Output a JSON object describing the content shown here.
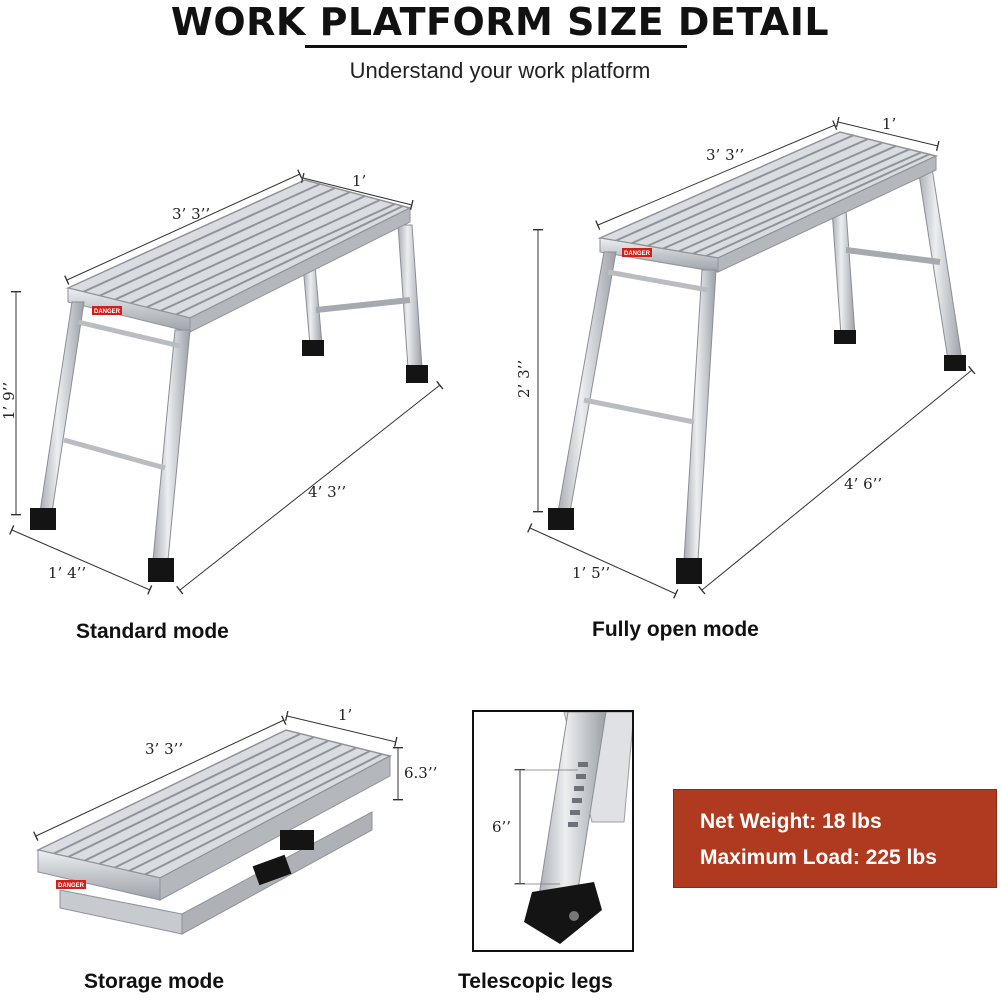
{
  "header": {
    "title": "WORK PLATFORM SIZE DETAIL",
    "subtitle": "Understand your work platform"
  },
  "standard": {
    "label": "Standard mode",
    "width": "1’",
    "length": "3’ 3’’",
    "height": "1’ 9’’",
    "floor_length": "4’ 3’’",
    "floor_width": "1’ 4’’"
  },
  "fully_open": {
    "label": "Fully open mode",
    "width": "1’",
    "length": "3’ 3’’",
    "height": "2’ 3’’",
    "floor_length": "4’ 6’’",
    "floor_width": "1’ 5’’"
  },
  "storage": {
    "label": "Storage mode",
    "width": "1’",
    "length": "3’ 3’’",
    "thickness": "6.3’’"
  },
  "telescopic": {
    "label": "Telescopic legs",
    "extension": "6’’"
  },
  "specs": {
    "net_weight": "Net Weight: 18 lbs",
    "max_load": "Maximum Load: 225 lbs"
  },
  "decals": {
    "danger": "DANGER"
  },
  "colors": {
    "info_box": "#b03a20",
    "aluminum": "#c9ccd0",
    "foot": "#141414",
    "danger_red": "#d0201a"
  }
}
